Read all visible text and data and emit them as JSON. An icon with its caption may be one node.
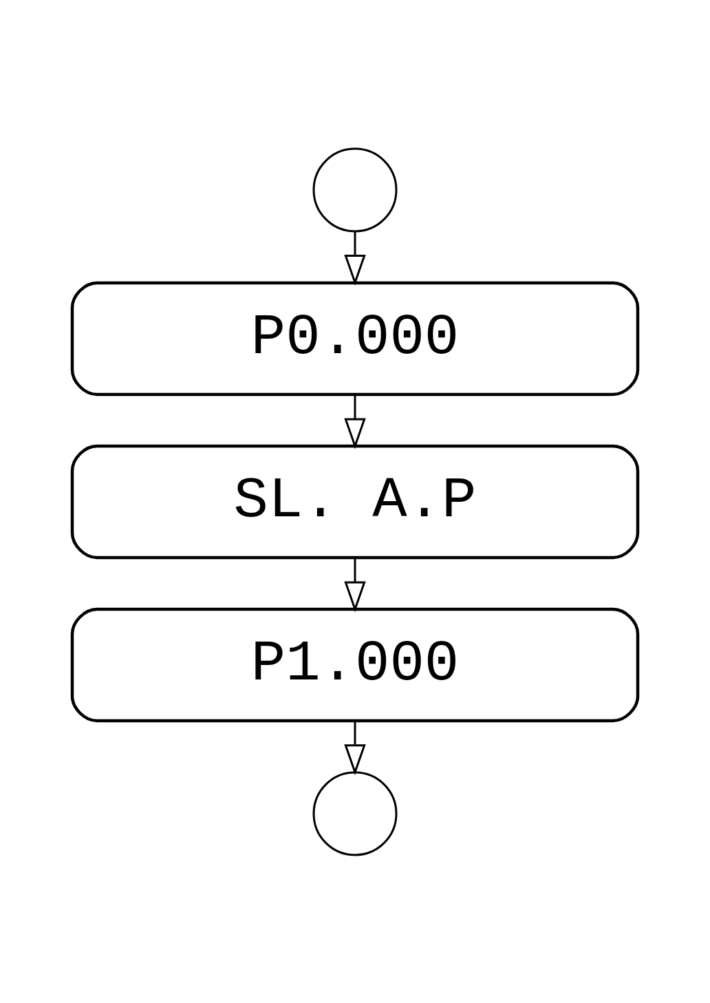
{
  "diagram": {
    "nodes": [
      {
        "text": [],
        "shape": "circle"
      },
      {
        "text": [
          "P0.000"
        ]
      },
      {
        "text": [
          "SL. A.P"
        ]
      },
      {
        "text": [
          "P1.000"
        ]
      },
      {
        "text": [],
        "shape": "circle"
      }
    ],
    "edges": [
      {
        "from": 0,
        "to": 1,
        "arrow": "to"
      },
      {
        "from": 1,
        "to": 2,
        "arrow": "to"
      },
      {
        "from": 2,
        "to": 3,
        "arrow": "to"
      },
      {
        "from": 3,
        "to": 4,
        "arrow": "to"
      }
    ]
  }
}
